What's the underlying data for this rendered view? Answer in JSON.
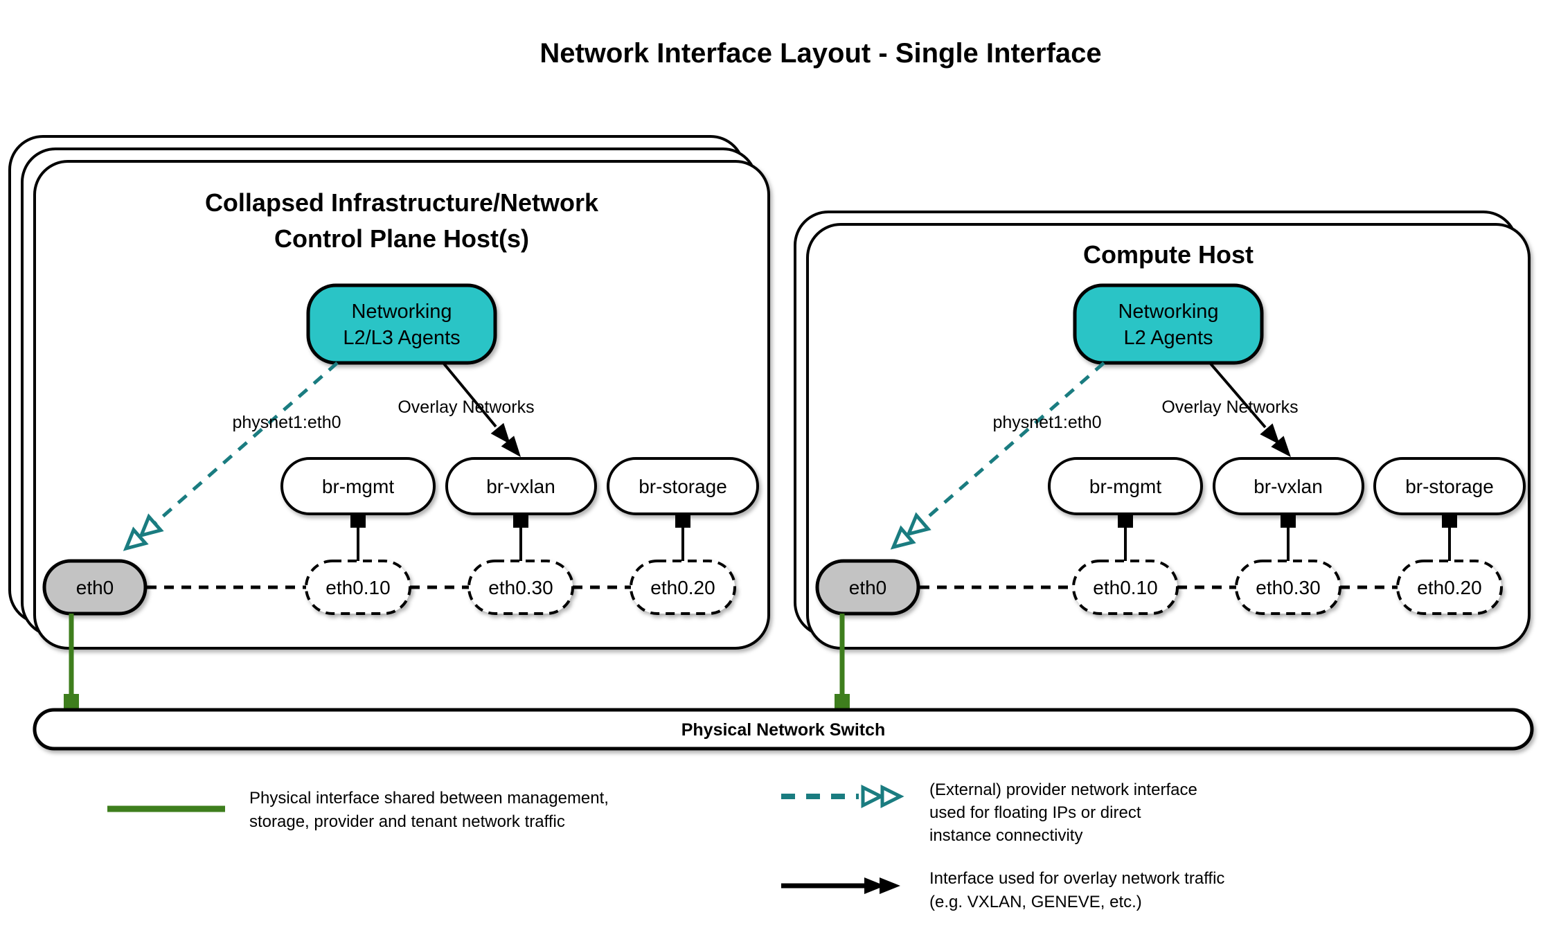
{
  "title": "Network Interface Layout - Single Interface",
  "colors": {
    "agent_fill": "#2bc4c6",
    "provider_arrow": "#1a7c80",
    "physical_link_green": "#3e7e1d",
    "eth0_gray": "#c3c3c3"
  },
  "hosts": {
    "left": {
      "title_line1": "Collapsed Infrastructure/Network",
      "title_line2": "Control Plane Host(s)",
      "agent_line1": "Networking",
      "agent_line2": "L2/L3 Agents",
      "provider_label": "physnet1:eth0",
      "overlay_label": "Overlay Networks",
      "bridges": [
        "br-mgmt",
        "br-vxlan",
        "br-storage"
      ],
      "phys_if": "eth0",
      "vlans": [
        "eth0.10",
        "eth0.30",
        "eth0.20"
      ]
    },
    "right": {
      "title_line1": "Compute Host",
      "agent_line1": "Networking",
      "agent_line2": "L2 Agents",
      "provider_label": "physnet1:eth0",
      "overlay_label": "Overlay Networks",
      "bridges": [
        "br-mgmt",
        "br-vxlan",
        "br-storage"
      ],
      "phys_if": "eth0",
      "vlans": [
        "eth0.10",
        "eth0.30",
        "eth0.20"
      ]
    }
  },
  "switch_label": "Physical Network Switch",
  "legend": {
    "physical": {
      "line1": "Physical interface shared between management,",
      "line2": "storage, provider and tenant network traffic"
    },
    "provider": {
      "line1": "(External) provider network interface",
      "line2": "used for floating IPs or direct",
      "line3": "instance connectivity"
    },
    "overlay": {
      "line1": "Interface used for overlay network traffic",
      "line2": "(e.g. VXLAN, GENEVE, etc.)"
    }
  }
}
